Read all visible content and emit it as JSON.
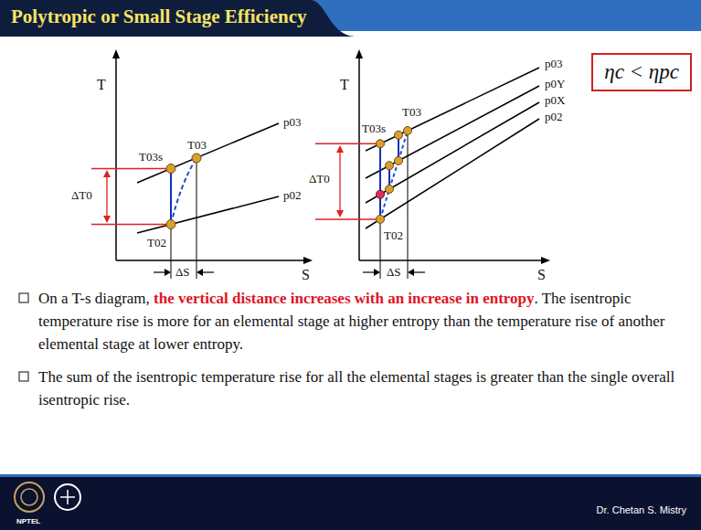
{
  "diagram": {
    "title": "Polytropic or Small Stage Efficiency",
    "nodes": [
      {
        "text": [
          "ηc < ηpc"
        ]
      }
    ],
    "labels": [
      "T",
      "T03s",
      "T03",
      "p03",
      "p02",
      "ΔT0",
      "T02",
      "ΔS",
      "S",
      "T",
      "T03s",
      "T03",
      "p03",
      "p0Y",
      "p0X",
      "p02",
      "ΔT0",
      "T02",
      "ΔS",
      "S",
      "On a T-s diagram,",
      "the vertical distance increases with an increase in entropy",
      ". The isentropic temperature rise is more for an elemental stage at higher entropy than the temperature rise of another elemental stage at lower entropy.",
      "The sum of the isentropic temperature rise for all the elemental stages is greater than the single overall isentropic rise.",
      "Dr. Chetan S. Mistry",
      "NPTEL"
    ]
  }
}
